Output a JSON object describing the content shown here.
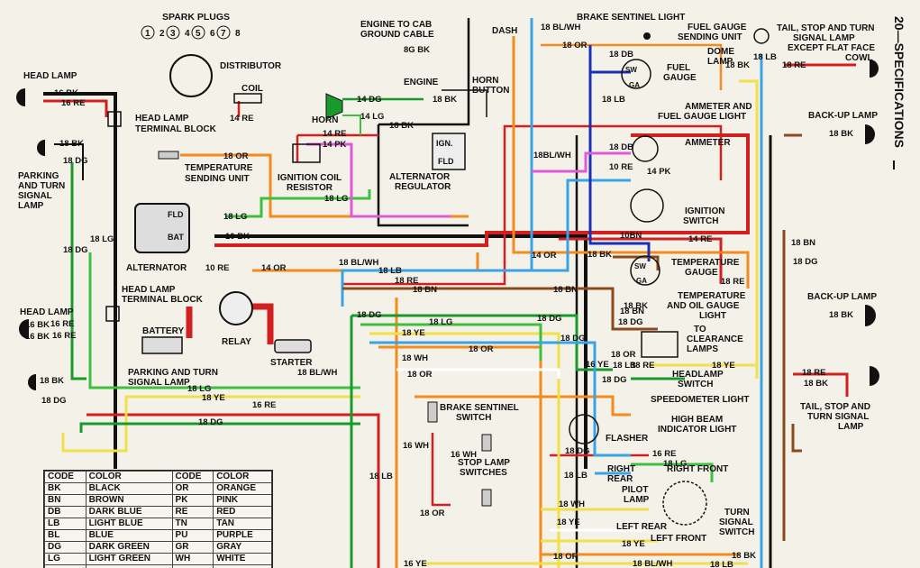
{
  "side_title": "20—SPECIFICATIONS",
  "components": {
    "spark_plugs": "SPARK PLUGS",
    "plug_numbers": [
      "1",
      "3",
      "5",
      "7",
      "2",
      "4",
      "6",
      "8"
    ],
    "distributor": "DISTRIBUTOR",
    "coil": "COIL",
    "head_lamp_top": "HEAD LAMP",
    "head_lamp_terminal_top": [
      "HEAD LAMP",
      "TERMINAL BLOCK"
    ],
    "temp_sending": [
      "TEMPERATURE",
      "SENDING UNIT"
    ],
    "parking_turn_top": [
      "PARKING",
      "AND TURN",
      "SIGNAL",
      "LAMP"
    ],
    "alternator": "ALTERNATOR",
    "alt_fld": "FLD",
    "alt_bat": "BAT",
    "head_lamp_terminal_mid": [
      "HEAD LAMP",
      "TERMINAL BLOCK"
    ],
    "head_lamp_bottom": "HEAD LAMP",
    "battery": "BATTERY",
    "relay": "RELAY",
    "starter": "STARTER",
    "parking_turn_bottom": [
      "PARKING AND TURN",
      "SIGNAL LAMP"
    ],
    "engine_ground": [
      "ENGINE TO CAB",
      "GROUND CABLE"
    ],
    "engine": "ENGINE",
    "dash": "DASH",
    "horn": "HORN",
    "horn_button": [
      "HORN",
      "BUTTON"
    ],
    "ignition_coil_resistor": [
      "IGNITION COIL",
      "RESISTOR"
    ],
    "ign": "IGN.",
    "fld": "FLD",
    "alternator_regulator": [
      "ALTERNATOR",
      "REGULATOR"
    ],
    "brake_sentinel_light": "BRAKE SENTINEL LIGHT",
    "fuel_gauge_sending": [
      "FUEL GAUGE",
      "SENDING UNIT"
    ],
    "fuel_gauge": [
      "FUEL",
      "GAUGE"
    ],
    "sw": "SW",
    "ga": "GA",
    "dome_lamp": [
      "DOME",
      "LAMP"
    ],
    "tail_stop_top": [
      "TAIL, STOP AND TURN",
      "SIGNAL LAMP",
      "EXCEPT FLAT FACE",
      "COWL"
    ],
    "ammeter_fuel_light": [
      "AMMETER AND",
      "FUEL GAUGE LIGHT"
    ],
    "ammeter": "AMMETER",
    "backup_top": "BACK-UP LAMP",
    "ignition_switch": [
      "IGNITION",
      "SWITCH"
    ],
    "temperature_gauge": [
      "TEMPERATURE",
      "GAUGE"
    ],
    "temp_oil_light": [
      "TEMPERATURE",
      "AND OIL GAUGE",
      "LIGHT"
    ],
    "to_clearance": [
      "TO",
      "CLEARANCE",
      "LAMPS"
    ],
    "headlamp_switch": [
      "HEADLAMP",
      "SWITCH"
    ],
    "speedometer_light": "SPEEDOMETER LIGHT",
    "high_beam": [
      "HIGH BEAM",
      "INDICATOR LIGHT"
    ],
    "backup_bottom": "BACK-UP LAMP",
    "tail_stop_bottom": [
      "TAIL, STOP AND",
      "TURN SIGNAL",
      "LAMP"
    ],
    "brake_sentinel_switch": [
      "BRAKE SENTINEL",
      "SWITCH"
    ],
    "stop_lamp_switches": [
      "STOP LAMP",
      "SWITCHES"
    ],
    "flasher": "FLASHER",
    "right_front": "RIGHT FRONT",
    "right_rear": [
      "RIGHT",
      "REAR"
    ],
    "pilot_lamp": [
      "PILOT",
      "LAMP"
    ],
    "left_rear": "LEFT REAR",
    "left_front": "LEFT FRONT",
    "turn_signal_switch": [
      "TURN",
      "SIGNAL",
      "SWITCH"
    ]
  },
  "wire_labels": {
    "w1": "16 BK",
    "w2": "16 RE",
    "w3": "14 RE",
    "w4": "18 BK",
    "w5": "18 DG",
    "w6": "16 BK",
    "w7": "16 RE",
    "w8": "18 LG",
    "w9": "18 DG",
    "w10": "18 OR",
    "w11": "18 LG",
    "w12": "10 BK",
    "w13": "10 RE",
    "w14": "14 OR",
    "w15": "16 RE",
    "w16": "16 BK",
    "w17": "18 BK",
    "w18": "18 DG",
    "w19": "18 LG",
    "w20": "18 YE",
    "w21": "16 RE",
    "w22": "18 DG",
    "w23": "18 BL/WH",
    "w24": "8G BK",
    "w25": "14 DG",
    "w26": "14 LG",
    "w27": "18 BK",
    "w28": "18 BK",
    "w29": "14 RE",
    "w30": "14 PK",
    "w31": "18 LG",
    "w32": "18 BL/WH",
    "w33": "18 OR",
    "w34": "18 DB",
    "w35": "18 BK",
    "w36": "18 LB",
    "w37": "18 LB",
    "w38": "18 RE",
    "w39": "18 BK",
    "w40": "18BL/WH",
    "w41": "10 RE",
    "w42": "14 PK",
    "w43": "18 DB",
    "w44": "14 RE",
    "w45": "10BN",
    "w46": "14 OR",
    "w47": "18 BL/WH",
    "w48": "18 LB",
    "w49": "18 RE",
    "w50": "18 BN",
    "w51": "18 BN",
    "w52": "18 DG",
    "w53": "18 LG",
    "w54": "18 YE",
    "w55": "18 OR",
    "w56": "18 WH",
    "w57": "18 OR",
    "w58": "18 BK",
    "w59": "18 RE",
    "w60": "18 DG",
    "w61": "18 DG",
    "w62": "16 YE",
    "w63": "18 OR",
    "w64": "18 LB",
    "w65": "18 DG",
    "w66": "18 BN",
    "w67": "18 DG",
    "w68": "18 BK",
    "w69": "18 BK",
    "w70": "18 RE",
    "w71": "18 BK",
    "w72": "18 BN",
    "w73": "18 DG",
    "w74": "18 YE",
    "w75": "18 RE",
    "w76": "16 WH",
    "w77": "16 WH",
    "w78": "16 RE",
    "w79": "18 DG",
    "w80": "18 LG",
    "w81": "18 LB",
    "w82": "18 WH",
    "w83": "18 YE",
    "w84": "18 OR",
    "w85": "18 YE",
    "w86": "18 BK",
    "w87": "18 LB",
    "w88": "18 BL/WH",
    "w89": "18 OR",
    "w90": "16 YE",
    "w91": "18 LB"
  },
  "legend": {
    "headers": [
      "CODE",
      "COLOR",
      "CODE",
      "COLOR"
    ],
    "rows": [
      [
        "BK",
        "BLACK",
        "OR",
        "ORANGE"
      ],
      [
        "BN",
        "BROWN",
        "PK",
        "PINK"
      ],
      [
        "DB",
        "DARK BLUE",
        "RE",
        "RED"
      ],
      [
        "LB",
        "LIGHT BLUE",
        "TN",
        "TAN"
      ],
      [
        "BL",
        "BLUE",
        "PU",
        "PURPLE"
      ],
      [
        "DG",
        "DARK GREEN",
        "GR",
        "GRAY"
      ],
      [
        "LG",
        "LIGHT GREEN",
        "WH",
        "WHITE"
      ],
      [
        "",
        "",
        "",
        ""
      ]
    ]
  },
  "colors": {
    "BK": "#111111",
    "RE": "#d21f1f",
    "OR": "#f28c1e",
    "YE": "#f2e04a",
    "LG": "#3fbf3f",
    "DG": "#1a9a2c",
    "LB": "#3aa3e6",
    "DB": "#1730b8",
    "BN": "#8b4a1c",
    "PK": "#e05ad8",
    "WH": "#ffffff",
    "GY": "#999999"
  }
}
